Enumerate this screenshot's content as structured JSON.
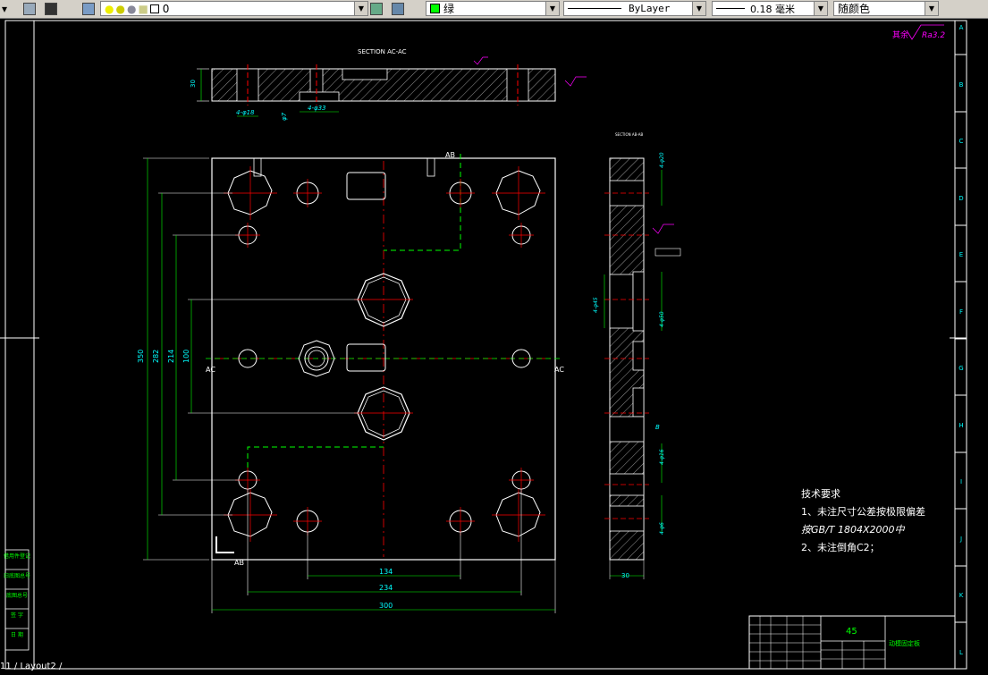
{
  "toolbar": {
    "layer_value": "0",
    "color_value": "绿",
    "linetype_value": "ByLayer",
    "lineweight_value": "0.18 毫米",
    "plotstyle_value": "随颜色",
    "color_swatch": "#00ff00"
  },
  "drawing": {
    "section_title": "SECTION AC-AC",
    "roughness_note": "其余",
    "roughness_value": "Ra3.2",
    "section_label_ac": "AC",
    "section_label_ab": "AB",
    "dims": {
      "d350": "350",
      "d282": "282",
      "d214": "214",
      "d100": "100",
      "d134": "134",
      "d234": "234",
      "d300": "300",
      "d30_top": "30",
      "d30_side": "30",
      "sec_h1": "4-φ18",
      "sec_h2": "4-φ33",
      "sec_h3": "φ7",
      "side_h1": "4-φ20",
      "side_h2": "4-φ50",
      "side_h3": "4-φ45",
      "side_h4": "4-φ16",
      "side_h5": "4-φ6",
      "side_b": "B"
    },
    "tech_title": "技术要求",
    "tech_line1": "1、未注尺寸公差按极限偏差",
    "tech_line2": "按GB/T 1804X2000中",
    "tech_line3": "2、未注倒角C2；",
    "title_block": {
      "material": "45",
      "name": "动模固定板"
    },
    "left_tags": [
      "借用件登记",
      "旧底图总号",
      "底图总号",
      "签 字",
      "日 期"
    ],
    "border_letters": [
      "A",
      "B",
      "C",
      "D",
      "E",
      "F",
      "G",
      "H",
      "I",
      "J",
      "K",
      "L"
    ]
  },
  "status": {
    "tab_text": "11 / Layout2 /"
  }
}
